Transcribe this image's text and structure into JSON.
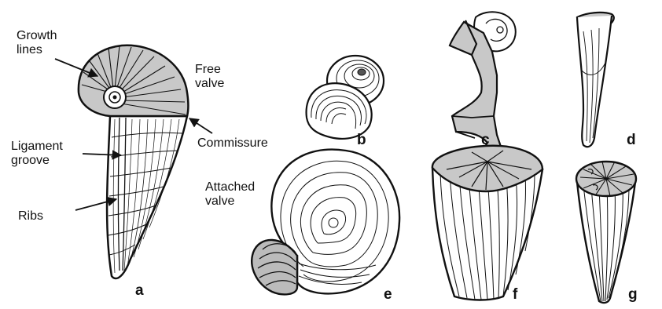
{
  "labels": {
    "growth_lines": [
      "Growth",
      "lines"
    ],
    "free_valve": [
      "Free",
      "valve"
    ],
    "ligament_groove": [
      "Ligament",
      "groove"
    ],
    "commissure": "Commissure",
    "ribs": "Ribs",
    "attached_valve": [
      "Attached",
      "valve"
    ]
  },
  "panels": [
    "a",
    "b",
    "c",
    "d",
    "e",
    "f",
    "g"
  ],
  "colors": {
    "line": "#111111",
    "fill_gray": "#c8c8c8",
    "background": "#ffffff"
  }
}
